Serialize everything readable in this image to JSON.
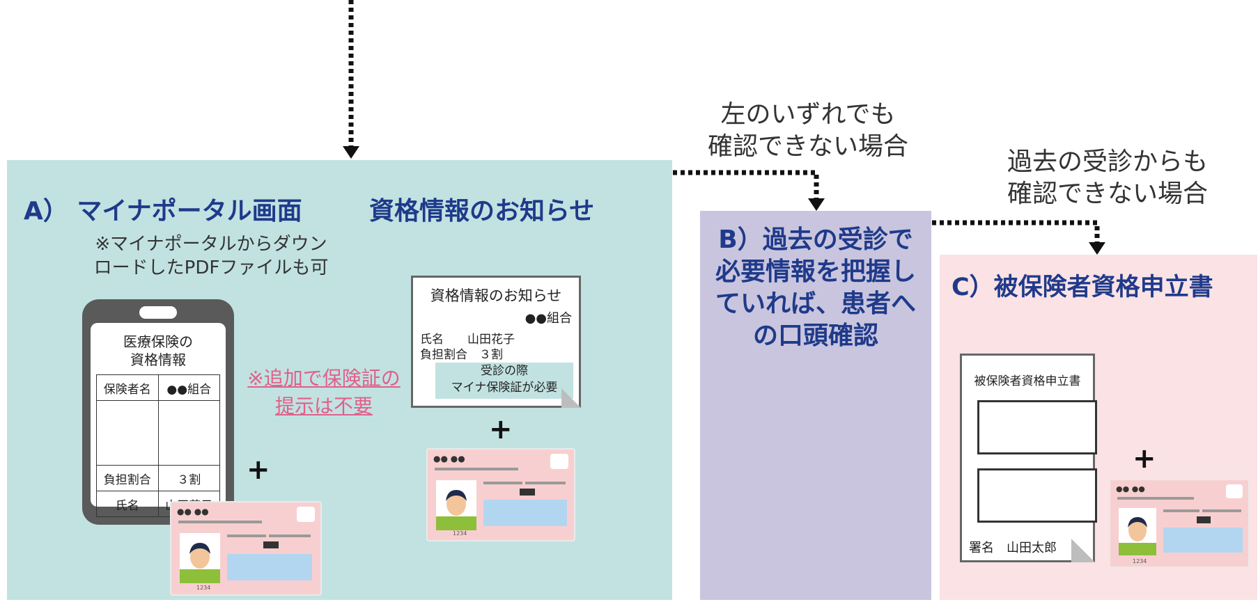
{
  "panel_a": {
    "title_left": "A） マイナポータル画面",
    "title_right": "資格情報のお知らせ",
    "pdf_note_line1": "※マイナポータルからダウン",
    "pdf_note_line2": "ロードしたPDFファイルも可",
    "phone": {
      "title_line1": "医療保険の",
      "title_line2": "資格情報",
      "rows": [
        {
          "label": "保険者名",
          "value": "●●組合"
        },
        {
          "label": "",
          "value": ""
        },
        {
          "label": "負担割合",
          "value": "３割"
        },
        {
          "label": "氏名",
          "value": "山田花子"
        }
      ]
    },
    "extra_note_line1": "※追加で保険証の",
    "extra_note_line2": "提示は不要",
    "notice": {
      "title": "資格情報のお知らせ",
      "union": "●●組合",
      "name_row": "氏名　　山田花子",
      "burden_row": "負担割合　３割",
      "box_line1": "受診の際",
      "box_line2": "マイナ保険証が必要"
    },
    "plus": "+",
    "card_header": "●● ●●",
    "card_number": "1234"
  },
  "condition_ab": {
    "line1": "左のいずれでも",
    "line2": "確認できない場合"
  },
  "panel_b": {
    "line1": "B）過去の受診で",
    "line2": "必要情報を把握し",
    "line3": "ていれば、患者へ",
    "line4": "の口頭確認"
  },
  "condition_bc": {
    "line1": "過去の受診からも",
    "line2": "確認できない場合"
  },
  "panel_c": {
    "title": "C）被保険者資格申立書",
    "form_title": "被保険者資格申立書",
    "form_sign": "署名　山田太郎",
    "plus": "+"
  },
  "colors": {
    "panel_a": "#c1e2e1",
    "panel_b": "#c9c5de",
    "panel_c": "#fbe2e5",
    "title": "#1f3a8a",
    "pink_note": "#e0608a"
  }
}
